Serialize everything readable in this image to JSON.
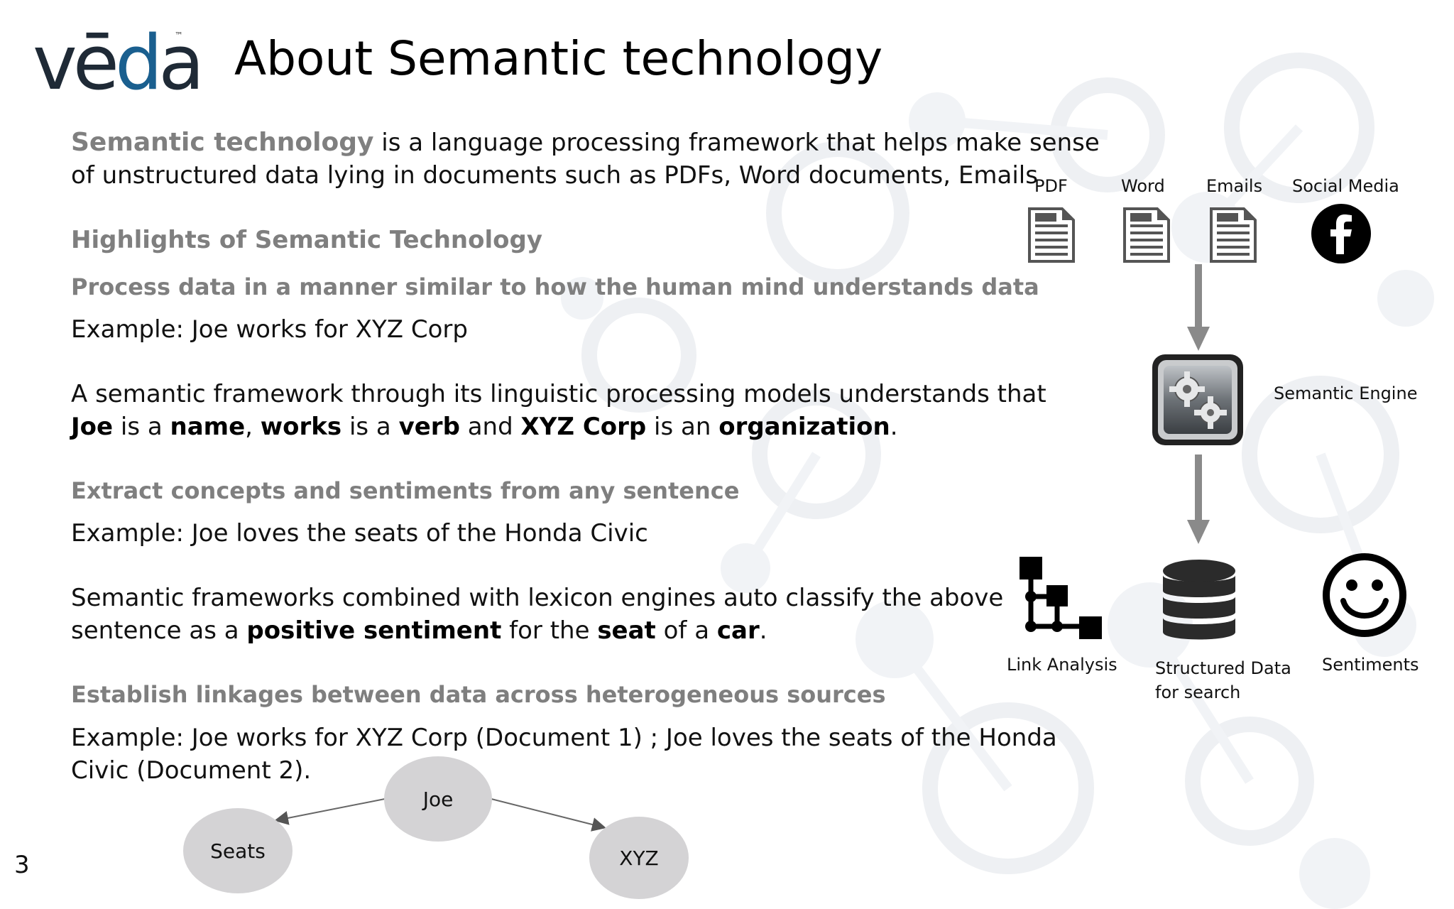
{
  "logo": {
    "text_v": "vē",
    "text_d": "d",
    "text_a": "a",
    "tm": "™"
  },
  "title": "About Semantic technology",
  "intro": {
    "bold": "Semantic technology",
    "line1_rest": " is a language processing framework that helps make sense",
    "line2": "of unstructured data lying in documents such as PDFs, Word documents, Emails"
  },
  "highlights_heading": "Highlights of Semantic Technology",
  "section1": {
    "heading": "Process data in a manner similar to how the human mind understands data",
    "example": "Example: Joe works for XYZ Corp",
    "line1": "A semantic framework through its linguistic processing models understands that",
    "p_joe": "Joe",
    "p_is_a": " is a ",
    "p_name": "name",
    "p_comma": ", ",
    "p_works": "works",
    "p_is_a2": " is a ",
    "p_verb": "verb",
    "p_and": " and ",
    "p_xyz": "XYZ Corp",
    "p_is_an": " is an ",
    "p_org": "organization",
    "p_dot": "."
  },
  "section2": {
    "heading": "Extract concepts and sentiments from any sentence",
    "example": "Example: Joe loves the seats of the Honda Civic",
    "line1": "Semantic frameworks combined with lexicon engines  auto classify the above",
    "l2_a": "sentence as a ",
    "l2_pos": "positive sentiment",
    "l2_b": " for the ",
    "l2_seat": "seat",
    "l2_c": " of a ",
    "l2_car": "car",
    "l2_d": "."
  },
  "section3": {
    "heading": "Establish linkages between  data across heterogeneous sources",
    "line1": "Example: Joe works for XYZ Corp (Document 1) ; Joe loves the seats of the Honda",
    "line2": "Civic (Document 2)."
  },
  "graph": {
    "joe": "Joe",
    "seats": "Seats",
    "xyz": "XYZ",
    "node_fill": "#d4d3d5"
  },
  "diagram": {
    "sources": [
      "PDF",
      "Word",
      "Emails",
      "Social Media"
    ],
    "engine": "Semantic Engine",
    "outputs": {
      "link": "Link Analysis",
      "structured_1": "Structured Data",
      "structured_2": "for search",
      "sentiments": "Sentiments"
    },
    "icons": [
      "document-icon",
      "facebook-icon",
      "gears-icon",
      "link-analysis-icon",
      "database-icon",
      "smiley-icon"
    ]
  },
  "page_number": "3",
  "colors": {
    "gray_text": "#7f7f7f",
    "logo_blue": "#1a5f8f",
    "logo_dark": "#1f2a36"
  }
}
